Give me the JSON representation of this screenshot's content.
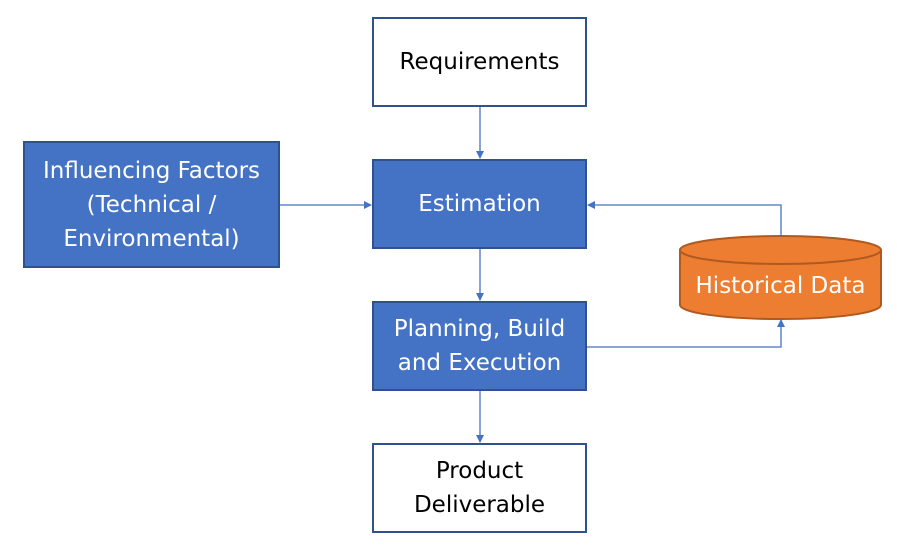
{
  "nodes": {
    "requirements": "Requirements",
    "estimation": "Estimation",
    "influencing_factors": "Influencing Factors\n(Technical /\nEnvironmental)",
    "planning": "Planning, Build\nand Execution",
    "product": "Product\nDeliverable",
    "historical_data": "Historical Data"
  },
  "colors": {
    "box_fill": "#4472c4",
    "box_border": "#2f528f",
    "cylinder_fill": "#ed7d31",
    "cylinder_border": "#ae5a21",
    "arrow": "#4472c4"
  }
}
